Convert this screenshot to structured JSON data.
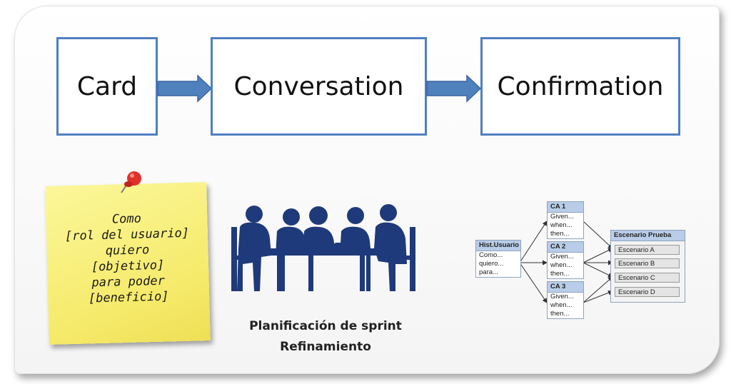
{
  "flow": {
    "stages": [
      {
        "label": "Card"
      },
      {
        "label": "Conversation"
      },
      {
        "label": "Confirmation"
      }
    ]
  },
  "sticky_note": {
    "lines": [
      "Como",
      "[rol del usuario]",
      "quiero",
      "[objetivo]",
      "para poder",
      "[beneficio]"
    ]
  },
  "meeting": {
    "caption_line1": "Planificación de sprint",
    "caption_line2": "Refinamiento"
  },
  "criteria_diagram": {
    "story": {
      "title": "Hist.Usuario",
      "rows": [
        "Como...",
        "quiero...",
        "para..."
      ]
    },
    "criteria": [
      {
        "title": "CA 1",
        "rows": [
          "Given...",
          "when...",
          "then..."
        ]
      },
      {
        "title": "CA 2",
        "rows": [
          "Given...",
          "when...",
          "then..."
        ]
      },
      {
        "title": "CA 3",
        "rows": [
          "Given...",
          "when...",
          "then..."
        ]
      }
    ],
    "scenarios": {
      "title": "Escenario Prueba",
      "items": [
        "Escenario A",
        "Escenario B",
        "Escenario C",
        "Escenario D"
      ]
    }
  },
  "colors": {
    "box_border": "#4f7fc0",
    "arrow_fill": "#4f81bd",
    "silhouette": "#1f3a7a",
    "sticky_note": "#f7ee7a",
    "pin": "#e0302a",
    "table_header": "#b9cde8"
  }
}
